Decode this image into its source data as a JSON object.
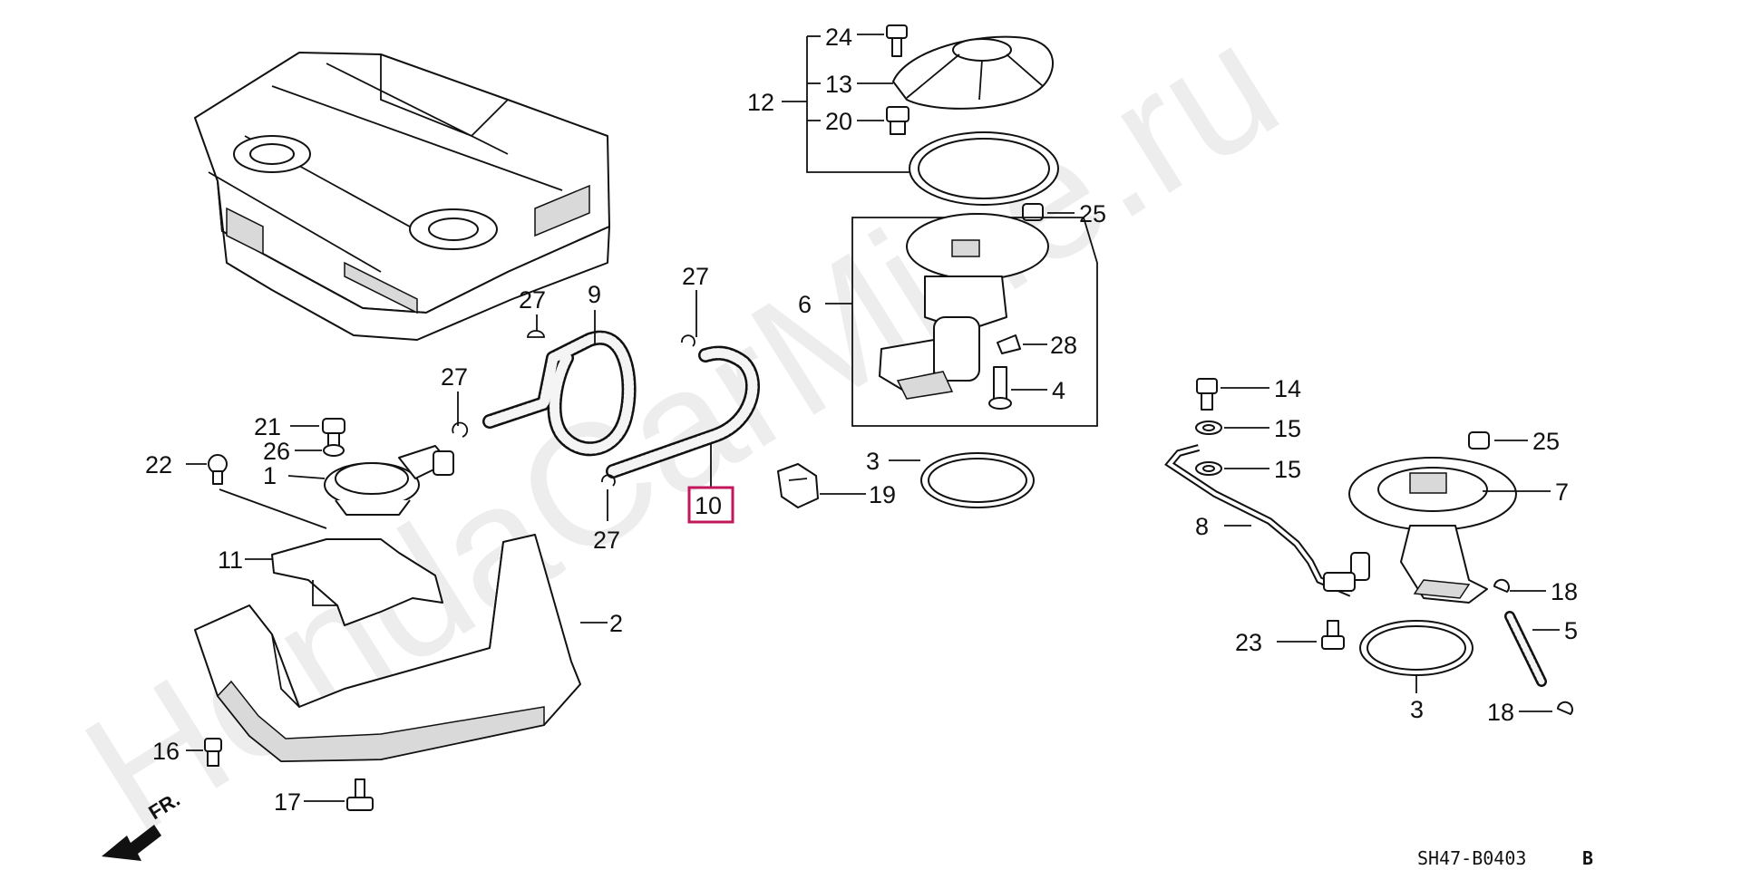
{
  "watermark": "HondaCarMine.ru",
  "diagram_code": "SH47-B0403",
  "diagram_rev": "B",
  "front_marker": "FR.",
  "highlight_color": "#c2185b",
  "callouts": {
    "c1": "1",
    "c2": "2",
    "c3a": "3",
    "c3b": "3",
    "c4": "4",
    "c5": "5",
    "c6": "6",
    "c7": "7",
    "c8": "8",
    "c9": "9",
    "c10": "10",
    "c11": "11",
    "c12": "12",
    "c13": "13",
    "c14": "14",
    "c15a": "15",
    "c15b": "15",
    "c16": "16",
    "c17": "17",
    "c18a": "18",
    "c18b": "18",
    "c19": "19",
    "c20": "20",
    "c21": "21",
    "c22": "22",
    "c23": "23",
    "c24": "24",
    "c25a": "25",
    "c25b": "25",
    "c26": "26",
    "c27a": "27",
    "c27b": "27",
    "c27c": "27",
    "c27d": "27",
    "c28": "28"
  }
}
